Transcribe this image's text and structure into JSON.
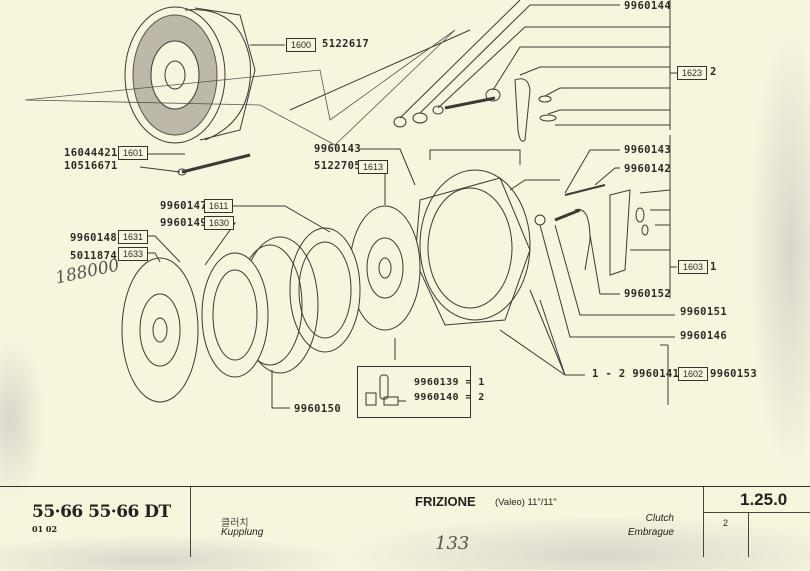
{
  "diagram": {
    "title": "Clutch exploded parts diagram",
    "groups": [
      {
        "ref": "1600",
        "part": "5122617"
      },
      {
        "ref": "1601",
        "part": "16044421"
      },
      {
        "ref": "1623",
        "part": "2"
      },
      {
        "ref": "1611",
        "part": "9960147"
      },
      {
        "ref": "1630",
        "part": "9960149"
      },
      {
        "ref": "1631",
        "part": "9960148"
      },
      {
        "ref": "1633",
        "part": "5011874"
      },
      {
        "ref": "1613",
        "part": "5122705"
      },
      {
        "ref": "1603",
        "part": "1"
      },
      {
        "ref": "1602",
        "part": "9960153"
      }
    ],
    "labels": {
      "p9960144": "9960144",
      "p5122617": "5122617",
      "p16044421": "16044421",
      "p10516671": "10516671",
      "p9960143a": "9960143",
      "p5122705": "5122705",
      "p9960147": "9960147",
      "p9960149": "9960149",
      "p9960148": "9960148",
      "p5011874": "5011874",
      "p9960143b": "9960143",
      "p9960142": "9960142",
      "p9960152": "9960152",
      "p9960151": "9960151",
      "p9960146": "9960146",
      "p9960141": "1 - 2  9960141",
      "p9960153": "9960153",
      "p9960150": "9960150",
      "qty1623": "2",
      "qty1603": "1"
    },
    "boxes": {
      "b1600": "1600",
      "b1601": "1601",
      "b1623": "1623",
      "b1611": "1611",
      "b1630": "1630",
      "b1631": "1631",
      "b1633": "1633",
      "b1613": "1613",
      "b1603": "1603",
      "b1602": "1602"
    },
    "inset": {
      "line1": "9960139 = 1",
      "line2": "9960140 = 2"
    },
    "handwritten": {
      "note": "188000",
      "page": "133"
    }
  },
  "title_block": {
    "models": "55·66  55·66 DT",
    "variants": "01  02",
    "korean": "클러치",
    "german": "Kupplung",
    "title": "FRIZIONE",
    "spec": "(Valeo) 11\"/11\"",
    "english": "Clutch",
    "french": "Embrague",
    "page_id": "1.25.0",
    "sheet": "2"
  }
}
